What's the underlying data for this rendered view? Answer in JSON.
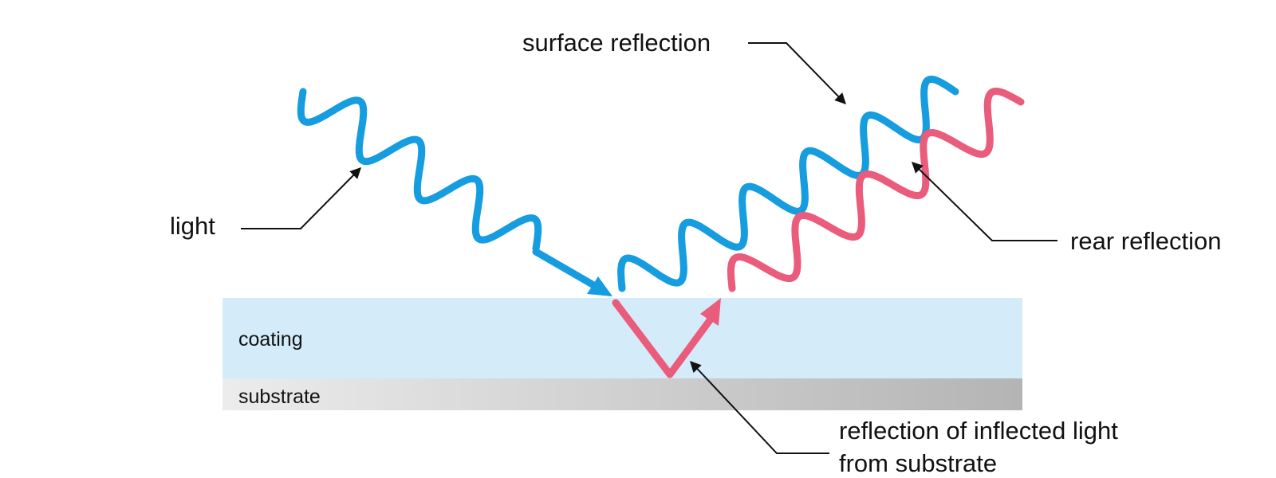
{
  "labels": {
    "light": "light",
    "surface_reflection": "surface reflection",
    "rear_reflection": "rear reflection",
    "coating": "coating",
    "substrate": "substrate",
    "inflected_line1": "reflection of inflected light",
    "inflected_line2": "from substrate"
  },
  "colors": {
    "incident_wave": "#159ddf",
    "rear_wave": "#ea5c7b",
    "coating_fill": "#d4ebf9",
    "substrate_light": "#ececec",
    "substrate_dark": "#b4b4b4",
    "leader_line": "#111111"
  },
  "icons": [
    "arrowhead-icon"
  ]
}
